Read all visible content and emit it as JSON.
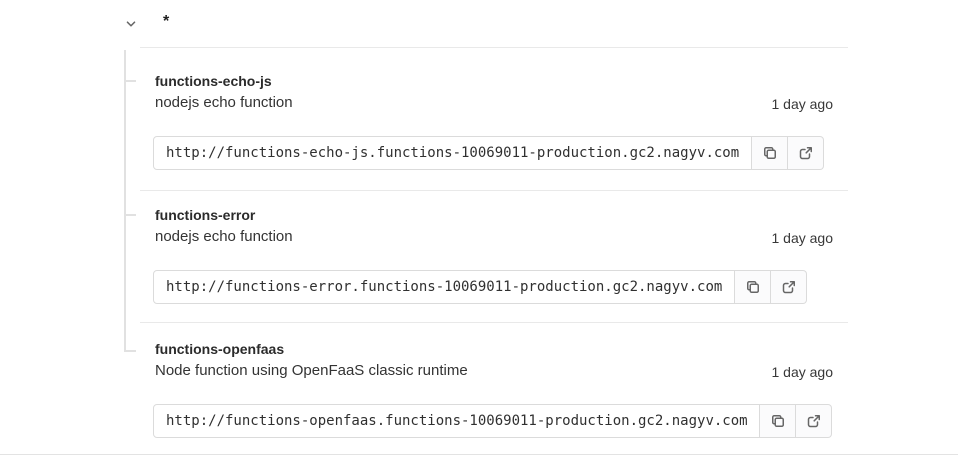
{
  "environment": {
    "name": "*"
  },
  "functions": [
    {
      "name": "functions-echo-js",
      "description": "nodejs echo function",
      "last_deployed": "1 day ago",
      "url": "http://functions-echo-js.functions-10069011-production.gc2.nagyv.com"
    },
    {
      "name": "functions-error",
      "description": "nodejs echo function",
      "last_deployed": "1 day ago",
      "url": "http://functions-error.functions-10069011-production.gc2.nagyv.com"
    },
    {
      "name": "functions-openfaas",
      "description": "Node function using OpenFaaS classic runtime",
      "last_deployed": "1 day ago",
      "url": "http://functions-openfaas.functions-10069011-production.gc2.nagyv.com"
    }
  ],
  "colors": {
    "text": "#303030",
    "divider": "#e9e9e9",
    "tree_line": "#e1e1e1",
    "input_border": "#dbdbdb",
    "button_bg": "#fbfbfc",
    "icon": "#666666"
  }
}
